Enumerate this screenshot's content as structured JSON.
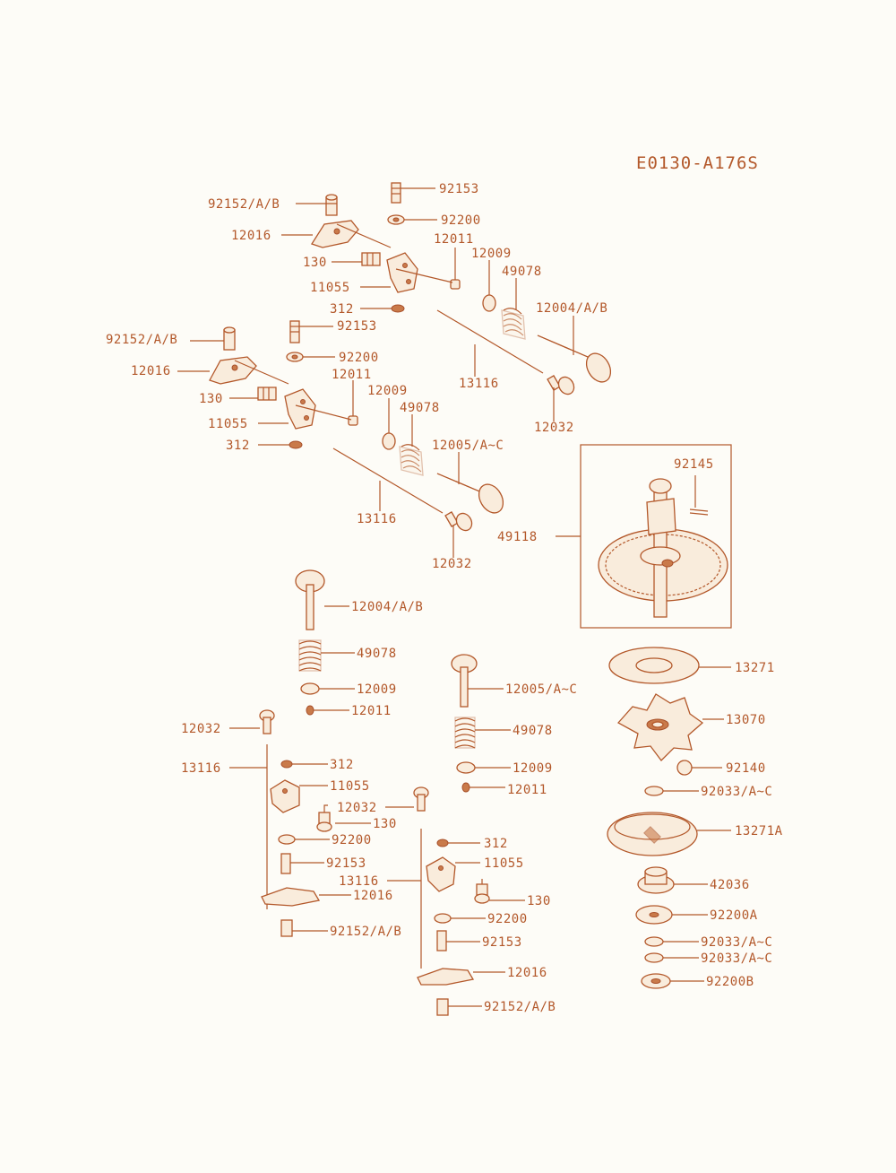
{
  "diagram_code": "E0130-A176S",
  "labels": {
    "p92153a": "92153",
    "p92152a": "92152/A/B",
    "p92200a": "92200",
    "p12016a": "12016",
    "p12011a": "12011",
    "p12009a": "12009",
    "p130a": "130",
    "p49078a": "49078",
    "p11055a": "11055",
    "p312a": "312",
    "p12004a": "12004/A/B",
    "p92152b": "92152/A/B",
    "p92153b": "92153",
    "p92200b": "92200",
    "p12016b": "12016",
    "p12011b": "12011",
    "p13116a": "13116",
    "p130b": "130",
    "p12009b": "12009",
    "p49078b": "49078",
    "p11055b": "11055",
    "p12032a": "12032",
    "p312b": "312",
    "p12005a": "12005/A~C",
    "p92145": "92145",
    "p49118": "49118",
    "p13116b": "13116",
    "p12032b": "12032",
    "p12004b": "12004/A/B",
    "p49078c": "49078",
    "p13271": "13271",
    "p12005b": "12005/A~C",
    "p12009c": "12009",
    "p12011c": "12011",
    "p13070": "13070",
    "p12032c": "12032",
    "p49078d": "49078",
    "p13116c": "13116",
    "p312c": "312",
    "p12009d": "12009",
    "p92140": "92140",
    "p11055c": "11055",
    "p12011d": "12011",
    "p92033a": "92033/A~C",
    "p12032d": "12032",
    "p130c": "130",
    "p13271a": "13271A",
    "p92200c": "92200",
    "p312d": "312",
    "p92153c": "92153",
    "p11055d": "11055",
    "p13116d": "13116",
    "p12016c": "12016",
    "p42036": "42036",
    "p130d": "130",
    "p92152c": "92152/A/B",
    "p92200d": "92200",
    "p92200A": "92200A",
    "p92153d": "92153",
    "p92033b": "92033/A~C",
    "p92033c": "92033/A~C",
    "p12016d": "12016",
    "p92200B": "92200B",
    "p92152d": "92152/A/B"
  },
  "colors": {
    "ink": "#b3582a",
    "fill": "#f9ecdc",
    "background": "#fdfcf7"
  }
}
